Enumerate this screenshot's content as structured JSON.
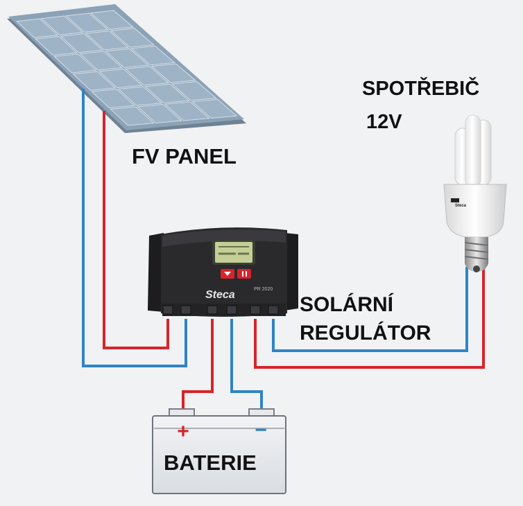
{
  "labels": {
    "panel": "FV PANEL",
    "load": "SPOTŘEBIČ",
    "load_voltage": "12V",
    "regulator_line1": "SOLÁRNÍ",
    "regulator_line2": "REGULÁTOR",
    "battery": "BATERIE",
    "battery_plus": "+",
    "battery_minus": "−",
    "regulator_brand": "Steca",
    "regulator_model": "PR 2020",
    "bulb_brand": "Steca"
  },
  "colors": {
    "positive_wire": "#d8232a",
    "negative_wire": "#2f84c4",
    "panel_cell": "#9eb3c6",
    "regulator_body": "#2a2a2c",
    "lcd": "#c4cf96",
    "background": "#f1f2f4"
  },
  "icons": [
    "solar-panel-icon",
    "charge-controller-icon",
    "energy-saving-bulb-icon",
    "battery-icon"
  ]
}
